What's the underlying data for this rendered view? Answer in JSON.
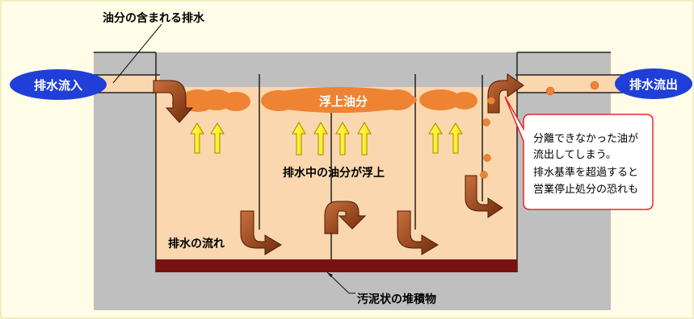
{
  "labels": {
    "oil_in_wastewater": "油分の含まれる排水",
    "inflow": "排水流入",
    "outflow": "排水流出",
    "floating_oil": "浮上油分",
    "oil_rises": "排水中の油分が浮上",
    "flow": "排水の流れ",
    "sludge": "汚泥状の堆積物"
  },
  "callout": {
    "line1": "分離できなかった油が",
    "line2": "流出してしまう。",
    "line3": "排水基準を超過すると",
    "line4": "営業停止処分の恐れも"
  },
  "colors": {
    "background": "#FFFDE8",
    "concrete": "#BFBFBF",
    "water": "#FAD7AE",
    "oil": "#EE8333",
    "sludge": "#7A1111",
    "arrow_fill": "#8A3A14",
    "up_arrow": "#FFFF00",
    "badge": "#1F3FD8",
    "callout_border": "#E8262A"
  },
  "icons": [
    "flow-arrow-icon",
    "up-arrow-icon",
    "u-turn-arrow-icon"
  ]
}
